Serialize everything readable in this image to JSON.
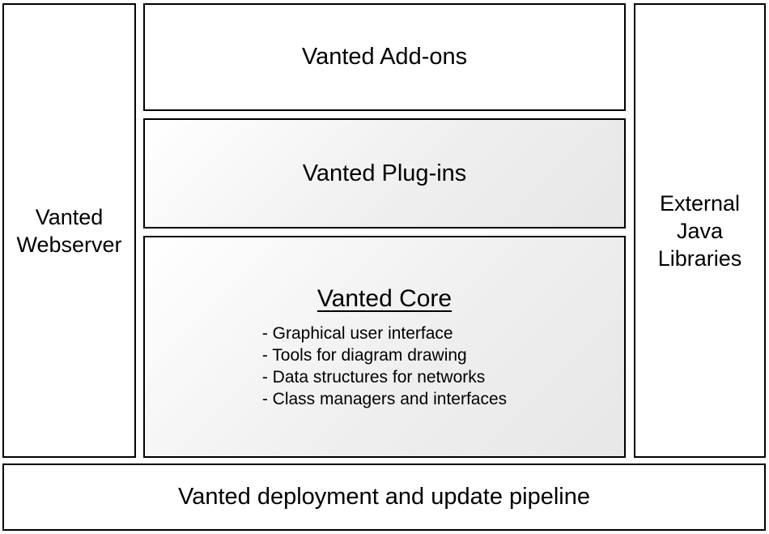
{
  "colors": {
    "border": "#000000",
    "canvas_background": "#ffffff",
    "box_background": "#ffffff",
    "gradient_light": "#ffffff",
    "gradient_dark": "#e7e7e7",
    "text": "#000000"
  },
  "boxes": {
    "webserver": {
      "label": "Vanted\nWebserver"
    },
    "addons": {
      "label": "Vanted Add-ons"
    },
    "plugins": {
      "label": "Vanted Plug-ins"
    },
    "core": {
      "title": "Vanted Core",
      "items": [
        "- Graphical user interface",
        "- Tools for diagram drawing",
        "- Data structures for networks",
        "- Class managers and interfaces"
      ]
    },
    "external": {
      "label": "External\nJava\nLibraries"
    },
    "pipeline": {
      "label": "Vanted deployment and update pipeline"
    }
  }
}
